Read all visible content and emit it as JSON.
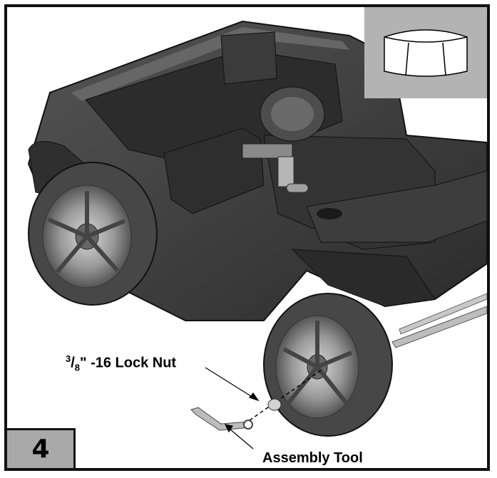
{
  "step": {
    "number": "4"
  },
  "callouts": {
    "lock_nut": {
      "num": "3",
      "den": "8",
      "rest": "\" -16 Lock Nut"
    },
    "assembly_tool": "Assembly Tool"
  },
  "colors": {
    "inset_bg": "#b3b3b3",
    "step_bg": "#a9a9a9",
    "body": "#3a3a3a",
    "tire": "#4a4a4a",
    "rim": "#9a9a9a"
  },
  "icons": {
    "inset": "hex-lock-nut-icon"
  }
}
